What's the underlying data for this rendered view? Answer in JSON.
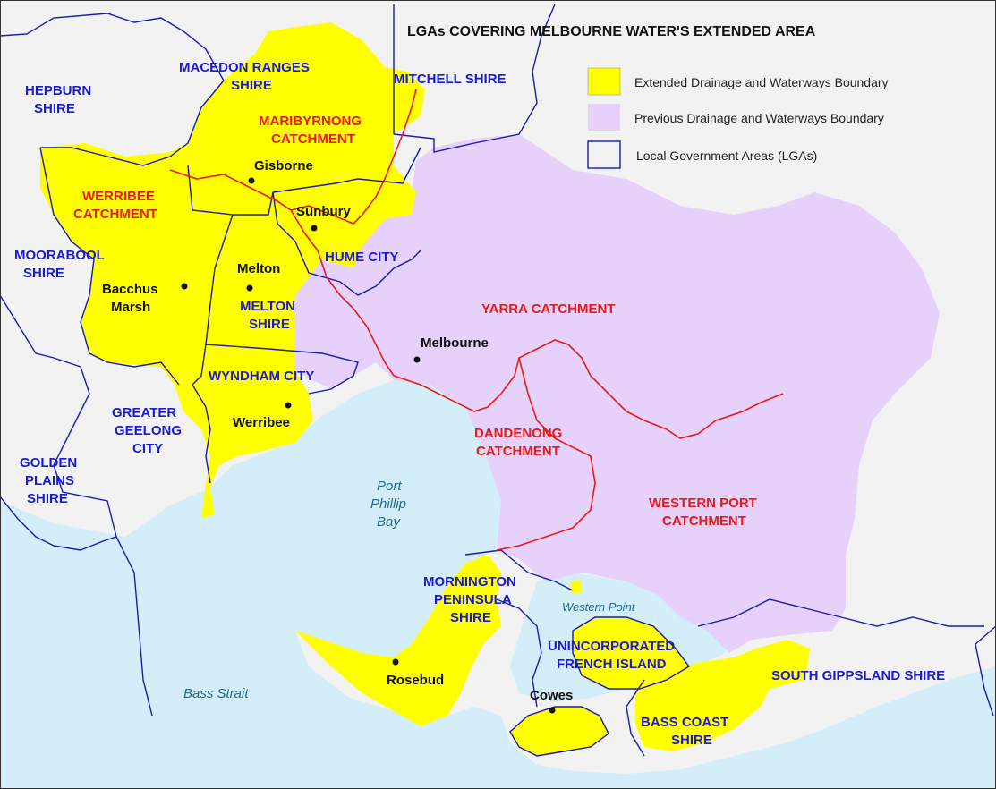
{
  "map": {
    "title": "LGAs COVERING MELBOURNE WATER'S EXTENDED AREA",
    "colors": {
      "background": "#f2f2f2",
      "water": "#d4eef9",
      "extended": "#ffff00",
      "previous": "#e6d1fa",
      "lga_boundary": "#1a1ab0",
      "catchment_boundary": "#e81a1a"
    },
    "legend": [
      {
        "label": "Extended Drainage and Waterways Boundary",
        "swatch": "#ffff00"
      },
      {
        "label": "Previous Drainage and Waterways Boundary",
        "swatch": "#e6d1fa"
      },
      {
        "label": "Local Government Areas (LGAs)",
        "swatch": "outline"
      }
    ],
    "lgas": {
      "hepburn": [
        "HEPBURN",
        "SHIRE"
      ],
      "macedon": [
        "MACEDON RANGES",
        "SHIRE"
      ],
      "mitchell": [
        "MITCHELL SHIRE"
      ],
      "moorabool": [
        "MOORABOOL",
        "SHIRE"
      ],
      "hume": [
        "HUME CITY"
      ],
      "melton": [
        "MELTON",
        "SHIRE"
      ],
      "wyndham": [
        "WYNDHAM CITY"
      ],
      "geelong": [
        "GREATER",
        "GEELONG",
        "CITY"
      ],
      "golden_plains": [
        "GOLDEN",
        "PLAINS",
        "SHIRE"
      ],
      "mornington": [
        "MORNINGTON",
        "PENINSULA",
        "SHIRE"
      ],
      "french_island": [
        "UNINCORPORATED",
        "FRENCH ISLAND"
      ],
      "south_gippsland": [
        "SOUTH GIPPSLAND SHIRE"
      ],
      "bass_coast": [
        "BASS COAST",
        "SHIRE"
      ]
    },
    "catchments": {
      "maribyrnong": [
        "MARIBYRNONG",
        "CATCHMENT"
      ],
      "werribee": [
        "WERRIBEE",
        "CATCHMENT"
      ],
      "yarra": [
        "YARRA CATCHMENT"
      ],
      "dandenong": [
        "DANDENONG",
        "CATCHMENT"
      ],
      "western_port": [
        "WESTERN PORT",
        "CATCHMENT"
      ]
    },
    "towns": {
      "gisborne": "Gisborne",
      "sunbury": "Sunbury",
      "melton": "Melton",
      "bacchus": [
        "Bacchus",
        "Marsh"
      ],
      "melbourne": "Melbourne",
      "werribee": "Werribee",
      "rosebud": "Rosebud",
      "cowes": "Cowes"
    },
    "water": {
      "port_phillip": [
        "Port",
        "Phillip",
        "Bay"
      ],
      "western_point": "Western Point",
      "bass_strait": "Bass Strait"
    }
  }
}
